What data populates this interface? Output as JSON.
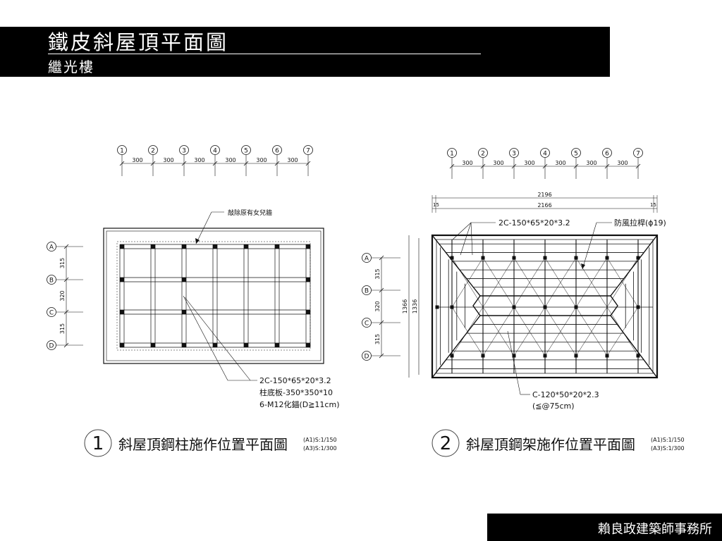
{
  "header": {
    "title": "鐵皮斜屋頂平面圖",
    "subtitle": "繼光樓"
  },
  "footer": {
    "office": "賴良政建築師事務所"
  },
  "grid": {
    "columns": [
      "1",
      "2",
      "3",
      "4",
      "5",
      "6",
      "7"
    ],
    "rows": [
      "A",
      "B",
      "C",
      "D"
    ],
    "column_spacings": [
      "300",
      "300",
      "300",
      "300",
      "300",
      "300"
    ],
    "row_spacings": [
      "315",
      "320",
      "315"
    ]
  },
  "plan1": {
    "number": "1",
    "title": "斜屋頂鋼柱施作位置平面圖",
    "scale_a1": "(A1)S:1/150",
    "scale_a3": "(A3)S:1/300",
    "note_demolish": "敲除原有女兒牆",
    "note_member": "2C-150*65*20*3.2",
    "note_baseplate": "柱底板-350*350*10",
    "note_anchor": "6-M12化錨(D≧11cm)"
  },
  "plan2": {
    "number": "2",
    "title": "斜屋頂鋼架施作位置平面圖",
    "scale_a1": "(A1)S:1/150",
    "scale_a3": "(A3)S:1/300",
    "note_member": "2C-150*65*20*3.2",
    "note_bracing": "防風拉桿(ϕ19)",
    "note_purlin": "C-120*50*20*2.3",
    "note_purlin_spacing": "(≦@75cm)",
    "dim_total_w": "2196",
    "dim_inner_w": "2166",
    "dim_edge_l": "15",
    "dim_edge_r": "15",
    "dim_total_h": "1366",
    "dim_inner_h": "1336"
  }
}
